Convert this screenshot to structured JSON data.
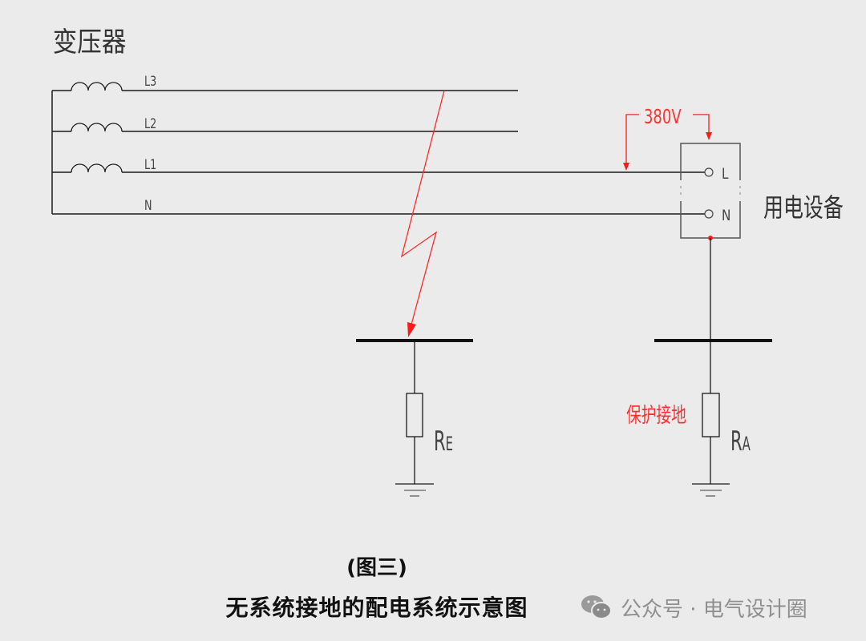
{
  "diagram": {
    "transformer_label": "变压器",
    "lines": [
      {
        "id": "L3",
        "label": "L3"
      },
      {
        "id": "L2",
        "label": "L2"
      },
      {
        "id": "L1",
        "label": "L1"
      },
      {
        "id": "N",
        "label": "N"
      }
    ],
    "voltage_label": "380V",
    "device_label": "用电设备",
    "device_terminals": [
      "L",
      "N"
    ],
    "resistor_left_label": {
      "main": "R",
      "sub": "E"
    },
    "resistor_right_label": {
      "main": "R",
      "sub": "A"
    },
    "protective_earth_label": "保护接地",
    "colors": {
      "background": "#ebebeb",
      "line": "#1a1a1a",
      "accent_red": "#ff1a1a",
      "text_gray": "#444444"
    }
  },
  "caption": {
    "figure_number": "(图三)",
    "title": "无系统接地的配电系统示意图"
  },
  "watermark": {
    "icon": "wechat-icon",
    "text": "公众号 · 电气设计圈"
  }
}
